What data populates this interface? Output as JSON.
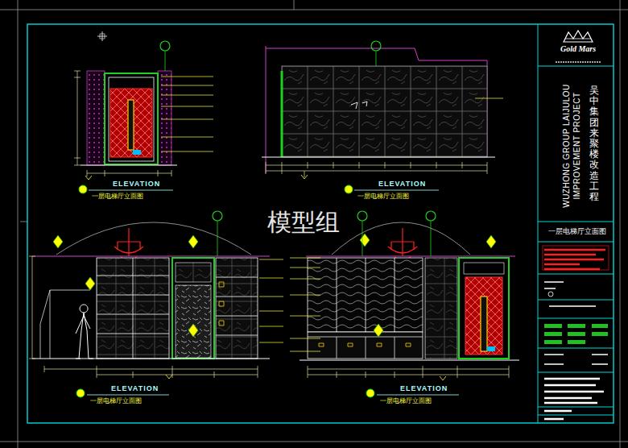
{
  "diagram": {
    "nodes": [
      {
        "text": [
          "Gold Mars"
        ]
      },
      {
        "text": [
          "WUZHONG GROUP LAIJULOU IMPROVEMENT PROJECT",
          "吴中集团来聚楼改造工程"
        ]
      },
      {
        "text": [
          "一层电梯厅立面图"
        ]
      }
    ],
    "labels": [
      "模型组",
      "ELEVATION",
      "一层电梯厅立面图",
      "ELEVATION",
      "一层电梯厅立面图",
      "ELEVATION",
      "一层电梯厅立面图",
      "ELEVATION",
      "一层电梯厅立面图"
    ]
  }
}
